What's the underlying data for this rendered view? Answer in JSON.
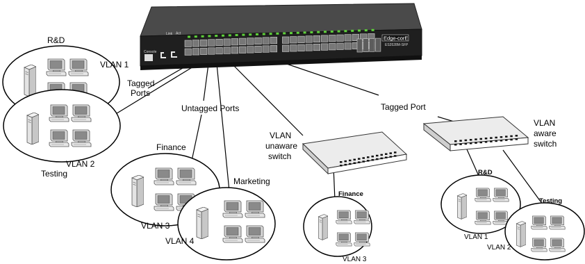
{
  "switch": {
    "brand": "Edge-corE",
    "model": "ES3528M-SFP",
    "console": "Console",
    "led_label_1": "Link",
    "led_label_2": "Act"
  },
  "labels": {
    "rd": "R&D",
    "vlan1": "VLAN 1",
    "tagged_ports_1": "Tagged",
    "tagged_ports_2": "Ports",
    "untagged_ports": "Untagged Ports",
    "tagged_port": "Tagged Port",
    "vlan2": "VLAN 2",
    "testing": "Testing",
    "finance": "Finance",
    "vlan3": "VLAN 3",
    "marketing": "Marketing",
    "vlan4": "VLAN 4",
    "unaware_1": "VLAN",
    "unaware_2": "unaware",
    "unaware_3": "switch",
    "finance_small": "Finance",
    "vlan3_small": "VLAN 3",
    "aware_1": "VLAN",
    "aware_2": "aware",
    "aware_3": "switch",
    "rd_small": "R&D",
    "testing_small": "Testing",
    "vlan1_small": "VLAN 1",
    "vlan2_small": "VLAN 2"
  }
}
